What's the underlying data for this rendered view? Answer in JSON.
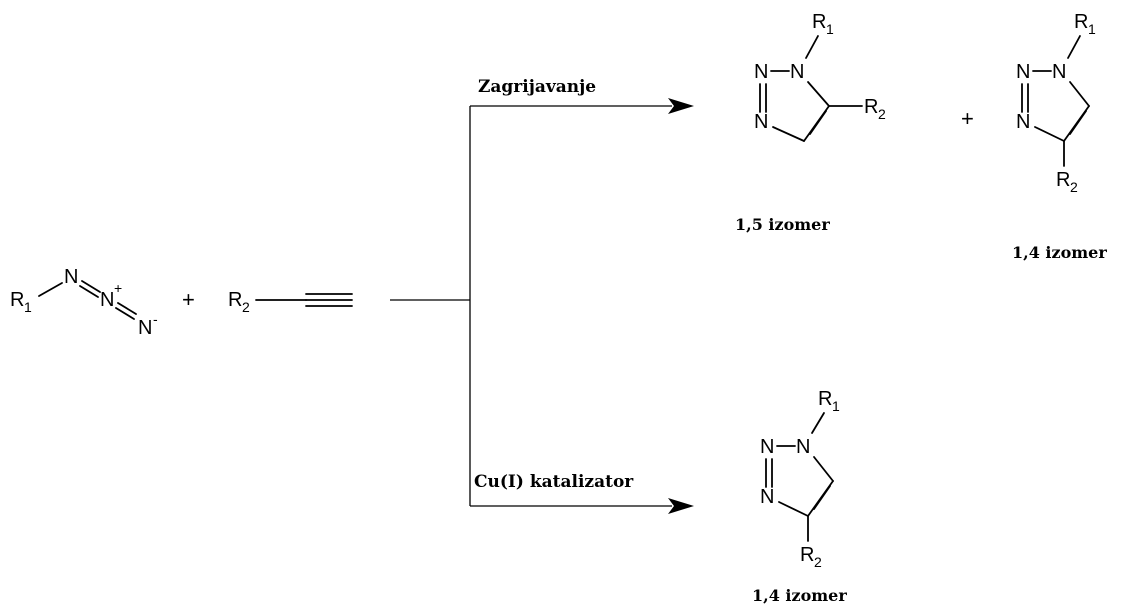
{
  "reactants": {
    "azide": {
      "r_group": "R",
      "r_index": "1",
      "n1": "N",
      "n2": "N",
      "n2_charge": "+",
      "n3": "N",
      "n3_charge": "-"
    },
    "plus": "+",
    "alkyne": {
      "r_group": "R",
      "r_index": "2"
    }
  },
  "conditions": {
    "thermal": "Zagrijavanje",
    "catalytic": "Cu(I) katalizator"
  },
  "products": {
    "thermal_15": {
      "r1": "R",
      "r1_index": "1",
      "r2": "R",
      "r2_index": "2",
      "n_a": "N",
      "n_b": "N",
      "n_c": "N",
      "caption": "1,5 izomer"
    },
    "plus": "+",
    "thermal_14": {
      "r1": "R",
      "r1_index": "1",
      "r2": "R",
      "r2_index": "2",
      "n_a": "N",
      "n_b": "N",
      "n_c": "N",
      "caption": "1,4 izomer"
    },
    "catalytic_14": {
      "r1": "R",
      "r1_index": "1",
      "r2": "R",
      "r2_index": "2",
      "n_a": "N",
      "n_b": "N",
      "n_c": "N",
      "caption": "1,4 izomer"
    }
  }
}
